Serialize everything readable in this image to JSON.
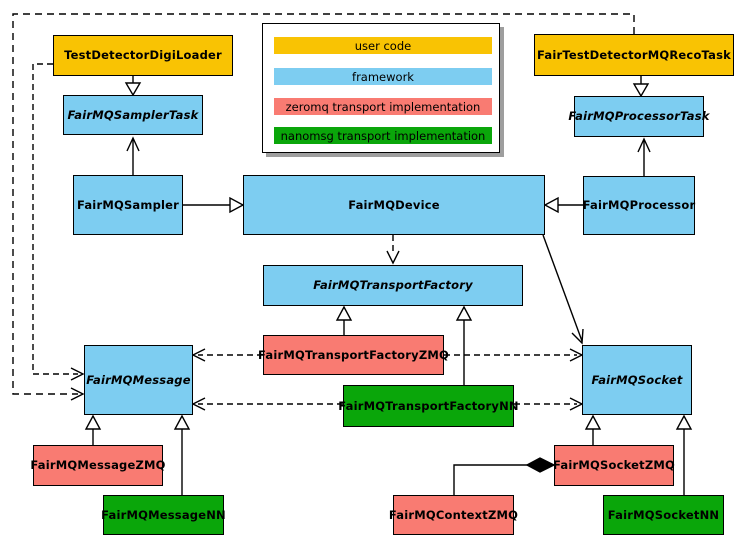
{
  "diagram": {
    "kind": "uml-class-diagram",
    "subject": "FairMQ framework transport architecture"
  },
  "colors": {
    "user_code": "#F9C303",
    "framework": "#7DCDF1",
    "zeromq": "#F97B72",
    "nanomsg": "#0AA60A",
    "line": "#000000",
    "background": "#FFFFFF"
  },
  "legend": {
    "items": [
      {
        "label": "user code",
        "color": "#F9C303"
      },
      {
        "label": "framework",
        "color": "#7DCDF1"
      },
      {
        "label": "zeromq transport implementation",
        "color": "#F97B72"
      },
      {
        "label": "nanomsg transport implementation",
        "color": "#0AA60A"
      }
    ]
  },
  "nodes": {
    "testdetector": {
      "label": "TestDetectorDigiLoader",
      "category": "user code",
      "abstract": false
    },
    "recotask": {
      "label": "FairTestDetectorMQRecoTask",
      "category": "user code",
      "abstract": false
    },
    "samplertask": {
      "label": "FairMQSamplerTask",
      "category": "framework",
      "abstract": true
    },
    "processortask": {
      "label": "FairMQProcessorTask",
      "category": "framework",
      "abstract": true
    },
    "sampler": {
      "label": "FairMQSampler",
      "category": "framework",
      "abstract": false
    },
    "device": {
      "label": "FairMQDevice",
      "category": "framework",
      "abstract": false
    },
    "processor": {
      "label": "FairMQProcessor",
      "category": "framework",
      "abstract": false
    },
    "transportfactory": {
      "label": "FairMQTransportFactory",
      "category": "framework",
      "abstract": true
    },
    "tfzmq": {
      "label": "FairMQTransportFactoryZMQ",
      "category": "zeromq",
      "abstract": false
    },
    "tfnn": {
      "label": "FairMQTransportFactoryNN",
      "category": "nanomsg",
      "abstract": false
    },
    "message": {
      "label": "FairMQMessage",
      "category": "framework",
      "abstract": true
    },
    "socket": {
      "label": "FairMQSocket",
      "category": "framework",
      "abstract": true
    },
    "messagezmq": {
      "label": "FairMQMessageZMQ",
      "category": "zeromq",
      "abstract": false
    },
    "messagenn": {
      "label": "FairMQMessageNN",
      "category": "nanomsg",
      "abstract": false
    },
    "contextzmq": {
      "label": "FairMQContextZMQ",
      "category": "zeromq",
      "abstract": false
    },
    "socketzmq": {
      "label": "FairMQSocketZMQ",
      "category": "zeromq",
      "abstract": false
    },
    "socketnn": {
      "label": "FairMQSocketNN",
      "category": "nanomsg",
      "abstract": false
    }
  },
  "edges": [
    {
      "from": "TestDetectorDigiLoader",
      "to": "FairMQSamplerTask",
      "type": "inheritance"
    },
    {
      "from": "FairTestDetectorMQRecoTask",
      "to": "FairMQProcessorTask",
      "type": "inheritance"
    },
    {
      "from": "FairMQSampler",
      "to": "FairMQSamplerTask",
      "type": "association"
    },
    {
      "from": "FairMQProcessor",
      "to": "FairMQProcessorTask",
      "type": "association"
    },
    {
      "from": "FairMQSampler",
      "to": "FairMQDevice",
      "type": "inheritance"
    },
    {
      "from": "FairMQProcessor",
      "to": "FairMQDevice",
      "type": "inheritance"
    },
    {
      "from": "FairMQDevice",
      "to": "FairMQTransportFactory",
      "type": "dependency"
    },
    {
      "from": "FairMQDevice",
      "to": "FairMQSocket",
      "type": "association"
    },
    {
      "from": "FairMQTransportFactoryZMQ",
      "to": "FairMQTransportFactory",
      "type": "inheritance"
    },
    {
      "from": "FairMQTransportFactoryNN",
      "to": "FairMQTransportFactory",
      "type": "inheritance"
    },
    {
      "from": "FairMQTransportFactoryZMQ",
      "to": "FairMQMessage",
      "type": "dependency"
    },
    {
      "from": "FairMQTransportFactoryZMQ",
      "to": "FairMQSocket",
      "type": "dependency"
    },
    {
      "from": "FairMQTransportFactoryNN",
      "to": "FairMQMessage",
      "type": "dependency"
    },
    {
      "from": "FairMQTransportFactoryNN",
      "to": "FairMQSocket",
      "type": "dependency"
    },
    {
      "from": "TestDetectorDigiLoader",
      "to": "FairMQMessage",
      "type": "dependency"
    },
    {
      "from": "FairTestDetectorMQRecoTask",
      "to": "FairMQMessage",
      "type": "dependency"
    },
    {
      "from": "FairMQMessageZMQ",
      "to": "FairMQMessage",
      "type": "inheritance"
    },
    {
      "from": "FairMQMessageNN",
      "to": "FairMQMessage",
      "type": "inheritance"
    },
    {
      "from": "FairMQSocketZMQ",
      "to": "FairMQSocket",
      "type": "inheritance"
    },
    {
      "from": "FairMQSocketNN",
      "to": "FairMQSocket",
      "type": "inheritance"
    },
    {
      "from": "FairMQSocketZMQ",
      "to": "FairMQContextZMQ",
      "type": "composition"
    }
  ]
}
